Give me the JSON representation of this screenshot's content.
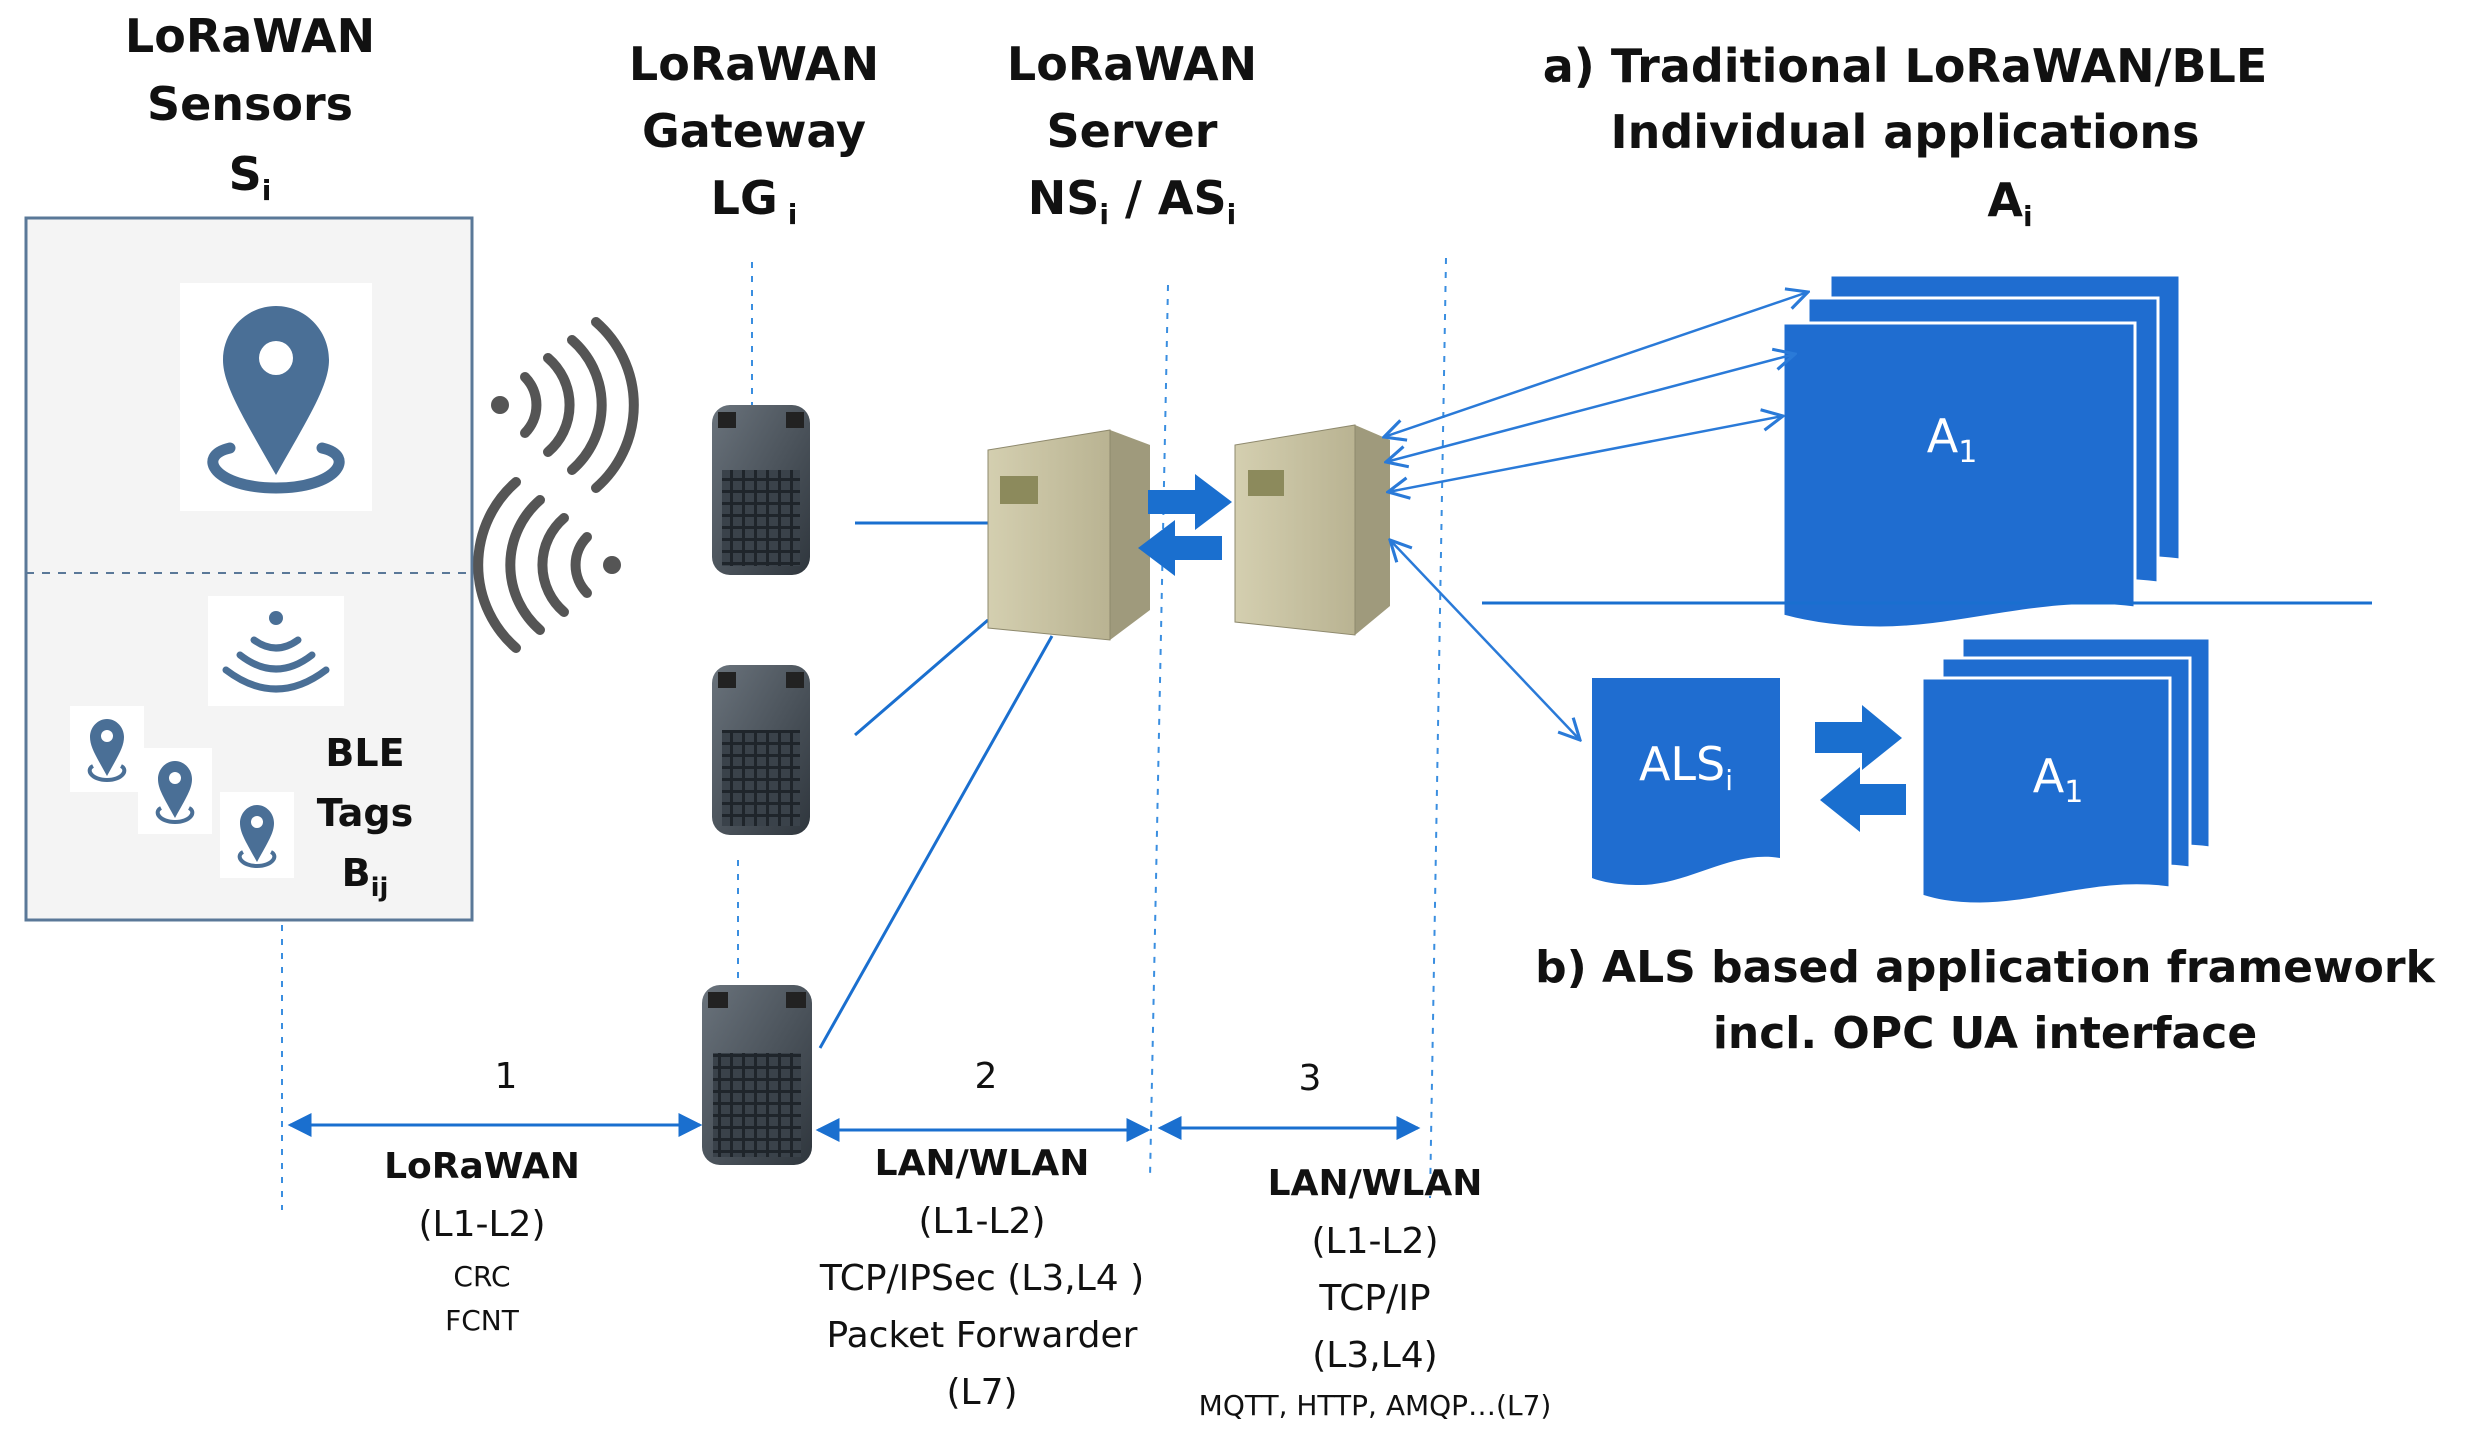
{
  "columns": {
    "sensors": {
      "line1": "LoRaWAN",
      "line2": "Sensors",
      "symbol": "S",
      "sub": "i"
    },
    "gateway": {
      "line1": "LoRaWAN",
      "line2": "Gateway",
      "symbol": "LG",
      "sub": "i"
    },
    "server": {
      "line1": "LoRaWAN",
      "line2": "Server",
      "ns": "NS",
      "ns_sub": "i",
      "sep": " / ",
      "as": "AS",
      "as_sub": "i"
    }
  },
  "traditional": {
    "line1": "a) Traditional LoRaWAN/BLE",
    "line2": "Individual applications",
    "symbol": "A",
    "sub": "i"
  },
  "framework": {
    "line1": "b) ALS  based application framework",
    "line2": "incl. OPC UA interface"
  },
  "ble": {
    "line1": "BLE",
    "line2": "Tags",
    "symbol": "B",
    "sub": "ij"
  },
  "documents": {
    "a1_top": {
      "label": "A",
      "sub": "1"
    },
    "als": {
      "label": "ALS",
      "sub": "i"
    },
    "a1_bottom": {
      "label": "A",
      "sub": "1"
    }
  },
  "segments": [
    {
      "number": "1",
      "proto": "LoRaWAN",
      "lines": [
        "(L1-L2)"
      ],
      "small": [
        "CRC",
        "FCNT"
      ]
    },
    {
      "number": "2",
      "proto": "LAN/WLAN",
      "lines": [
        "(L1-L2)",
        "TCP/IPSec (L3,L4 )",
        "Packet Forwarder",
        "(L7)"
      ],
      "small": []
    },
    {
      "number": "3",
      "proto": "LAN/WLAN",
      "lines": [
        "(L1-L2)",
        "TCP/IP",
        "(L3,L4)"
      ],
      "small": [
        "MQTT, HTTP, AMQP…(L7)"
      ]
    }
  ],
  "colors": {
    "blue": "#1a6fcf",
    "dark_blue": "#1f5fb0",
    "pin": "#4a6f96",
    "server": "#c8c3a2"
  }
}
